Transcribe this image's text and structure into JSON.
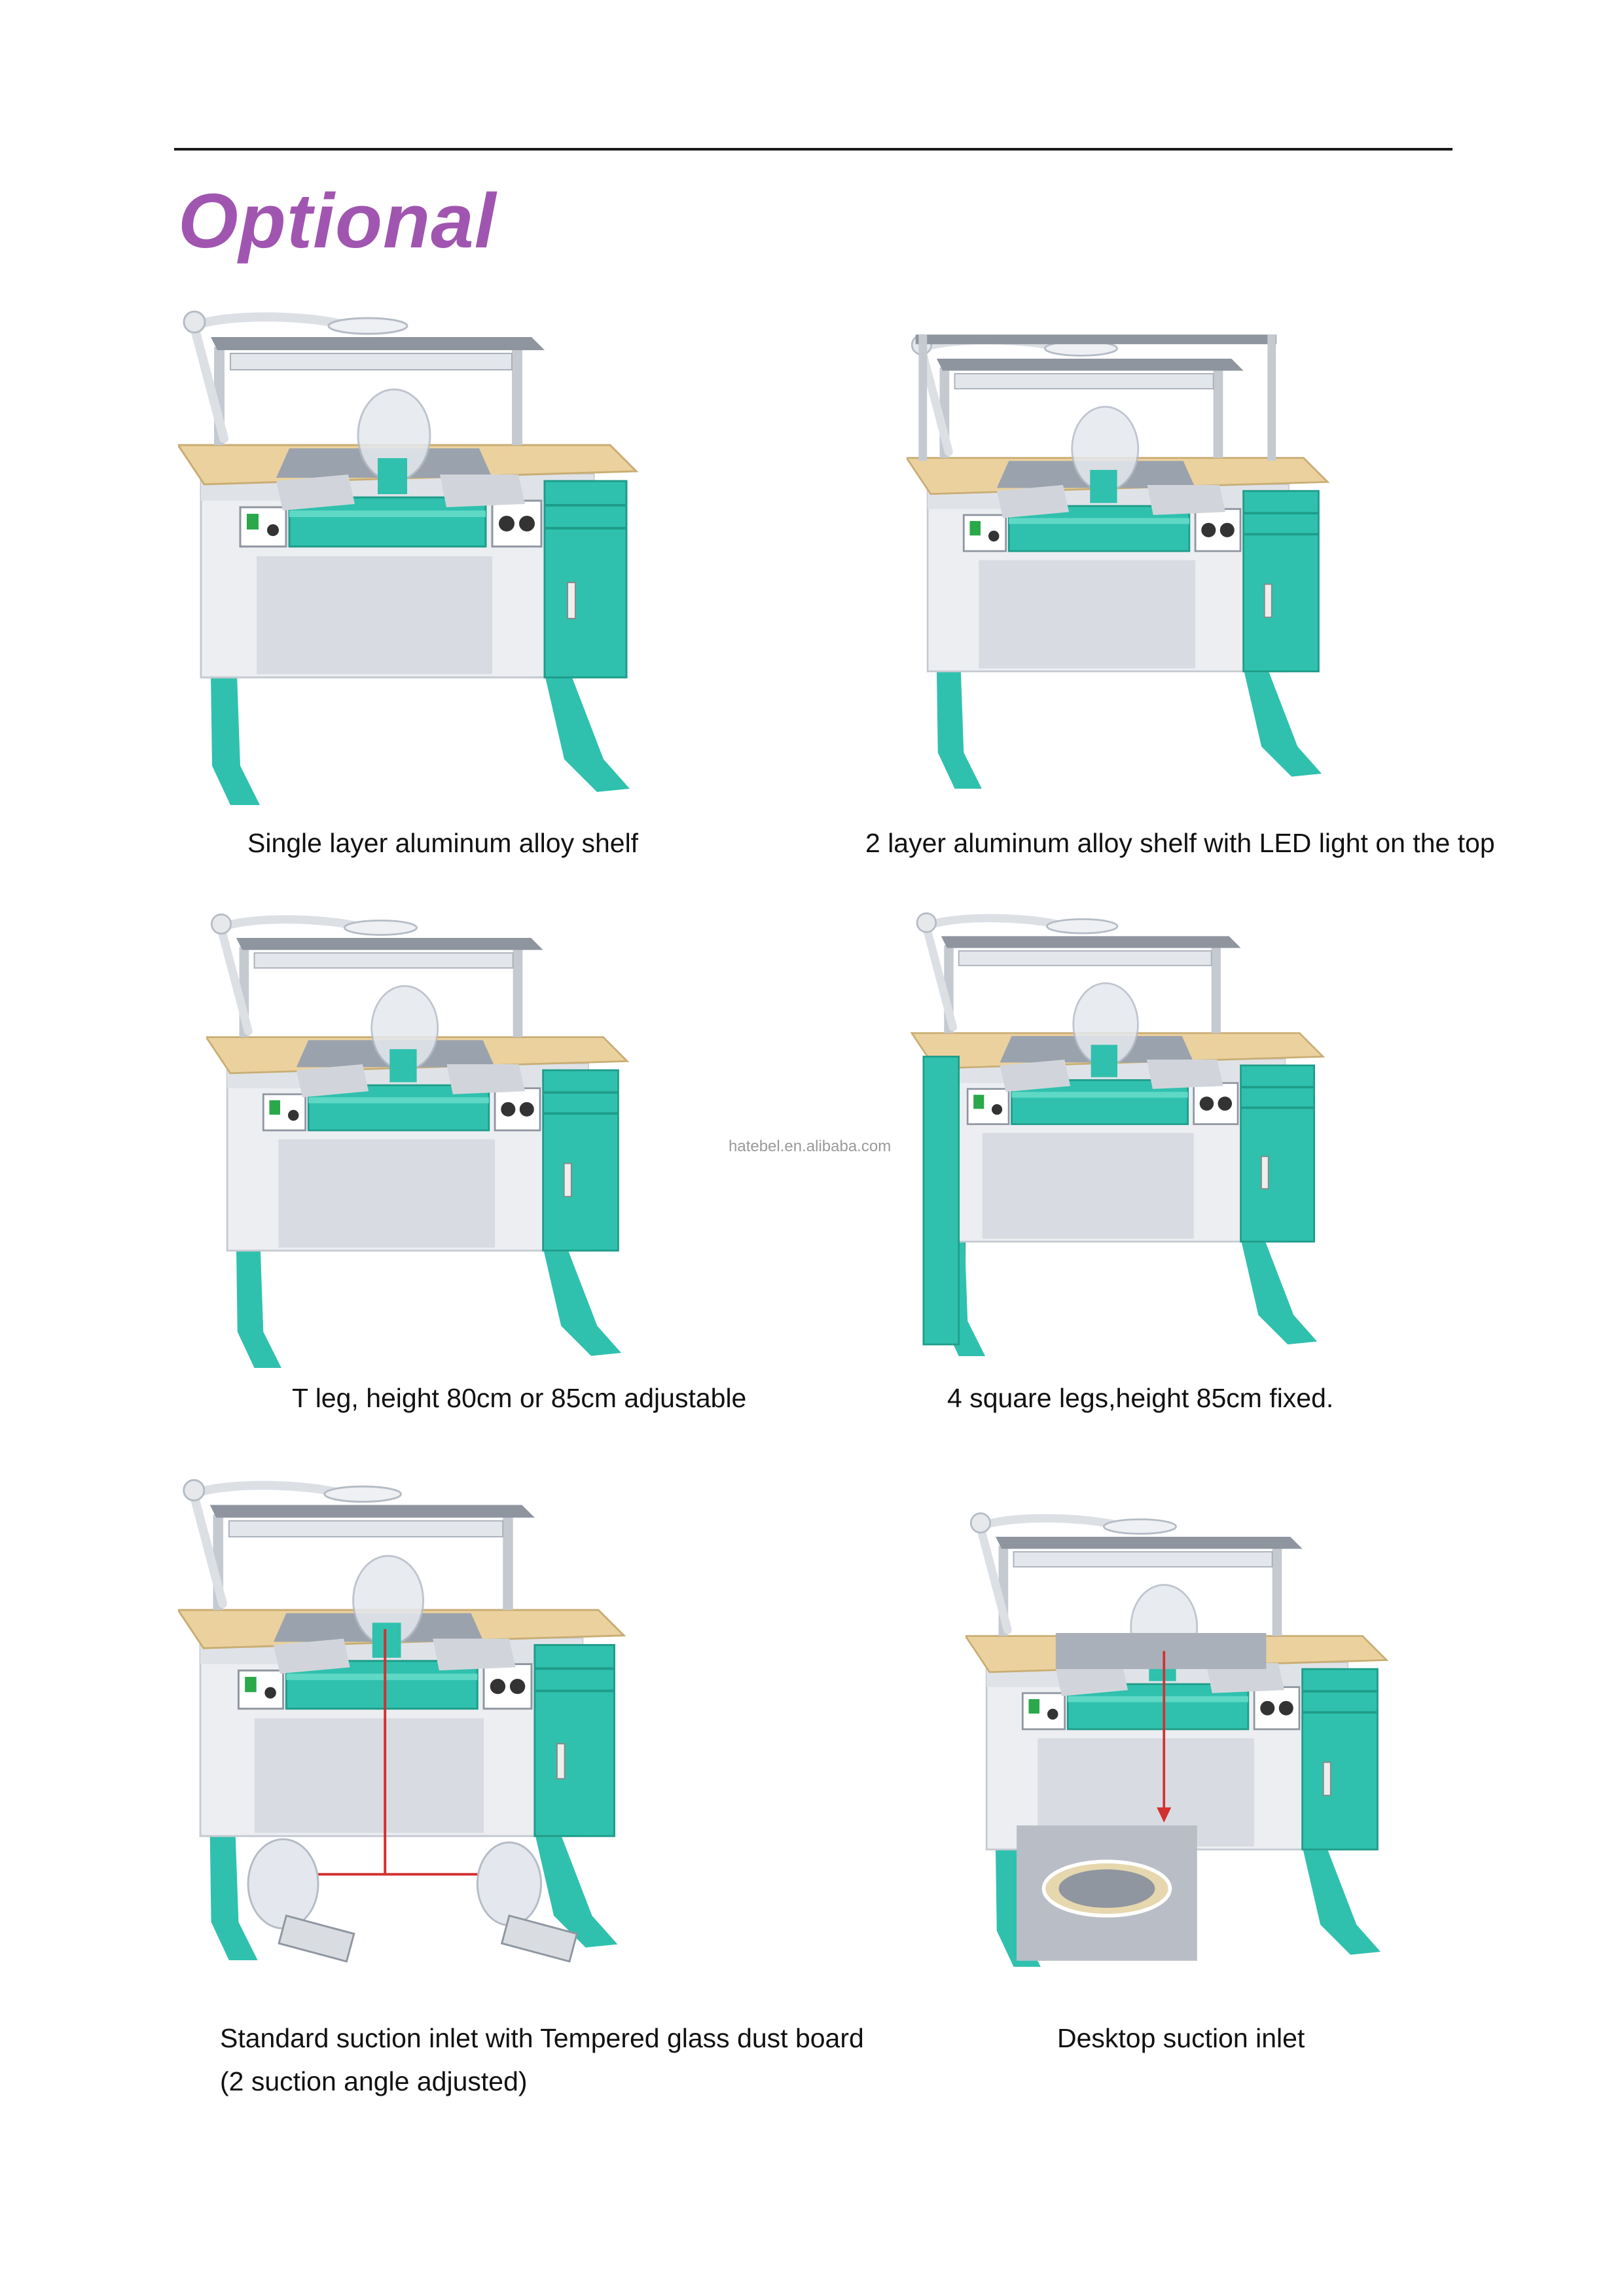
{
  "page": {
    "title": "Optional",
    "watermark": "hatebel.en.alibaba.com"
  },
  "colors": {
    "accent": "#a056b0",
    "teal": "#2fc1ad",
    "wood": "#ebd19e",
    "cabinet": "#eceef2"
  },
  "options": [
    {
      "caption": "Single layer aluminum alloy shelf"
    },
    {
      "caption": "2 layer aluminum alloy shelf with LED light on the top"
    },
    {
      "caption": "T leg, height 80cm or 85cm adjustable"
    },
    {
      "caption": "4 square legs,height 85cm fixed."
    },
    {
      "caption_line1": "Standard suction inlet with Tempered glass dust board",
      "caption_line2": "(2 suction angle adjusted)"
    },
    {
      "caption": "Desktop suction inlet"
    }
  ]
}
